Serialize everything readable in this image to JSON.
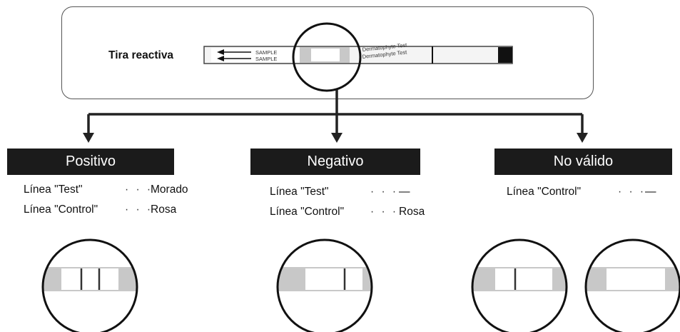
{
  "strip": {
    "label": "Tira reactiva",
    "sample_text": "SAMPLE",
    "test_text": "Dermatophyte Test"
  },
  "categories": [
    {
      "title": "Positivo",
      "rows": [
        {
          "label": "Línea \"Test\"",
          "sep": "· · ·",
          "value": "Morado"
        },
        {
          "label": "Línea \"Control\"",
          "sep": "· · ·",
          "value": "Rosa"
        }
      ]
    },
    {
      "title": "Negativo",
      "rows": [
        {
          "label": "Línea \"Test\"",
          "sep": "· · ·",
          "value": "—"
        },
        {
          "label": "Línea \"Control\"",
          "sep": "· · ·",
          "value": "Rosa"
        }
      ]
    },
    {
      "title": "No válido",
      "rows": [
        {
          "label": "Línea \"Control\"",
          "sep": "· · ·",
          "value": "—"
        }
      ]
    }
  ],
  "colors": {
    "dark": "#1b1b1b",
    "strip_gray": "#c8c8c8",
    "line": "#111111"
  }
}
